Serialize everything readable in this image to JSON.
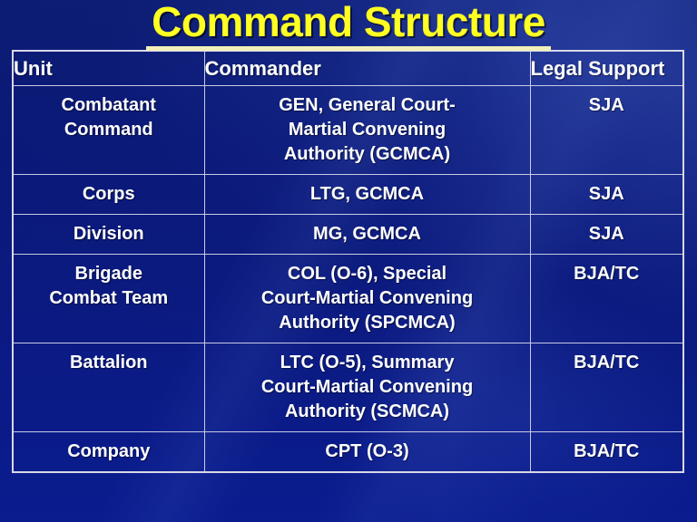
{
  "slide": {
    "title": "Command Structure",
    "title_color": "#FFFF22",
    "background_color": "#0a1878",
    "border_color": "#d8d8e8",
    "text_color": "#ffffff"
  },
  "table": {
    "headers": {
      "unit": "Unit",
      "commander": "Commander",
      "legal_support": "Legal Support"
    },
    "rows": [
      {
        "unit_lines": [
          "Combatant",
          "Command"
        ],
        "commander_lines": [
          "GEN, General Court-",
          "Martial Convening",
          "Authority (GCMCA)"
        ],
        "legal_support": "SJA"
      },
      {
        "unit_lines": [
          "Corps"
        ],
        "commander_lines": [
          "LTG, GCMCA"
        ],
        "legal_support": "SJA"
      },
      {
        "unit_lines": [
          "Division"
        ],
        "commander_lines": [
          "MG, GCMCA"
        ],
        "legal_support": "SJA"
      },
      {
        "unit_lines": [
          "Brigade",
          "Combat Team"
        ],
        "commander_lines": [
          "COL (O-6), Special",
          "Court-Martial Convening",
          "Authority (SPCMCA)"
        ],
        "legal_support": "BJA/TC"
      },
      {
        "unit_lines": [
          "Battalion"
        ],
        "commander_lines": [
          "LTC (O-5), Summary",
          "Court-Martial Convening",
          "Authority (SCMCA)"
        ],
        "legal_support": "BJA/TC"
      },
      {
        "unit_lines": [
          "Company"
        ],
        "commander_lines": [
          "CPT (O-3)"
        ],
        "legal_support": "BJA/TC"
      }
    ]
  }
}
